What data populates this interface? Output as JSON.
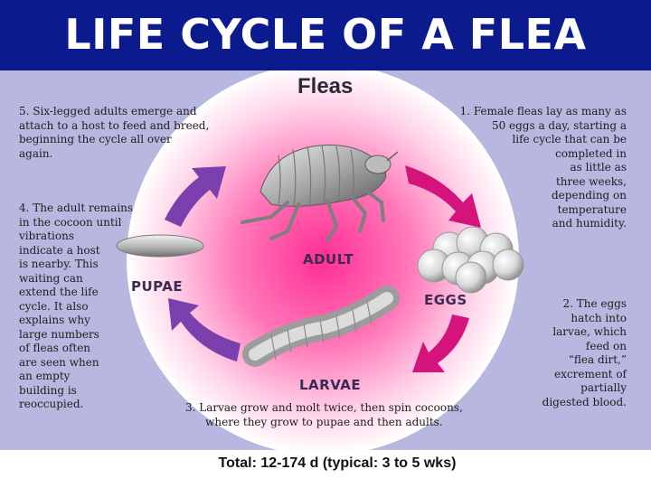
{
  "slide": {
    "title": "LIFE CYCLE OF A FLEA",
    "heading": "Fleas",
    "total": "Total: 12-174 d (typical: 3 to 5 wks)"
  },
  "stages": {
    "adult": "ADULT",
    "eggs": "EGGS",
    "larvae": "LARVAE",
    "pupae": "PUPAE"
  },
  "steps": {
    "step1": [
      "1.  Female fleas lay as many as",
      "50 eggs a day, starting a",
      "life cycle that can be",
      "completed in",
      "as little as",
      "three weeks,",
      "depending on",
      "temperature",
      "and humidity."
    ],
    "step2": [
      "2.  The eggs",
      "hatch into",
      "larvae, which",
      "feed on",
      "“flea dirt,”",
      "excrement of",
      "partially",
      "digested blood."
    ],
    "step3": [
      "3.  Larvae grow and molt twice, then spin cocoons,",
      "where they grow to pupae and then adults."
    ],
    "step4": [
      "4.  The adult remains",
      "in the cocoon until",
      "vibrations",
      "indicate a host",
      "is nearby. This",
      "waiting can",
      "extend the life",
      "cycle. It also",
      "explains why",
      "large numbers",
      "of fleas often",
      "are seen when",
      "an empty",
      "building is",
      "reoccupied."
    ],
    "step5": [
      "5.  Six-legged adults emerge and",
      "attach to a host to feed and breed,",
      "beginning the cycle all over",
      "again."
    ]
  },
  "colors": {
    "header": "#0b1a8c",
    "panel": "#b7b7df",
    "circle_center": "#ff3b9c",
    "circle_edge": "#ffffff",
    "arrow_purple": "#7b3fae",
    "arrow_magenta": "#d4147c"
  }
}
